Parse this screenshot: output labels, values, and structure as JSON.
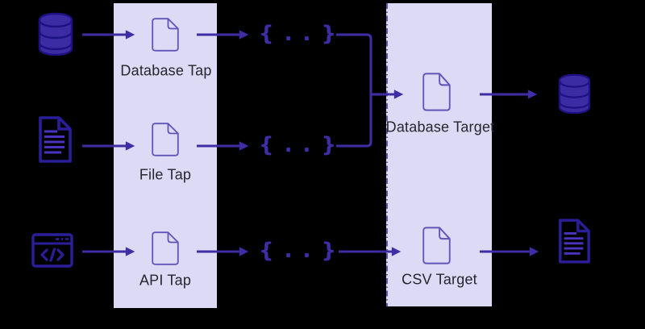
{
  "colors": {
    "background": "#000000",
    "panel_fill": "#dcdaf4",
    "panel_divider": "#3b2a9e",
    "arrow": "#3e2da4",
    "icon_dark": "#2b1e99",
    "icon_fill": "#3c2ca4",
    "icon_lines": "#4b33c0",
    "doc_outline": "#6055b8",
    "label_text": "#26262e",
    "records_symbol_color": "#3f2da6"
  },
  "record_symbol": "{ . . }",
  "sources": [
    {
      "icon": "database-icon"
    },
    {
      "icon": "file-icon"
    },
    {
      "icon": "api-icon"
    }
  ],
  "taps_panel": {
    "nodes": [
      {
        "icon": "document-icon",
        "label": "Database Tap"
      },
      {
        "icon": "document-icon",
        "label": "File Tap"
      },
      {
        "icon": "document-icon",
        "label": "API Tap"
      }
    ]
  },
  "targets_panel": {
    "nodes": [
      {
        "icon": "document-icon",
        "label": "Database Target"
      },
      {
        "icon": "document-icon",
        "label": "CSV Target"
      }
    ]
  },
  "outputs": [
    {
      "icon": "database-icon"
    },
    {
      "icon": "file-icon"
    }
  ]
}
